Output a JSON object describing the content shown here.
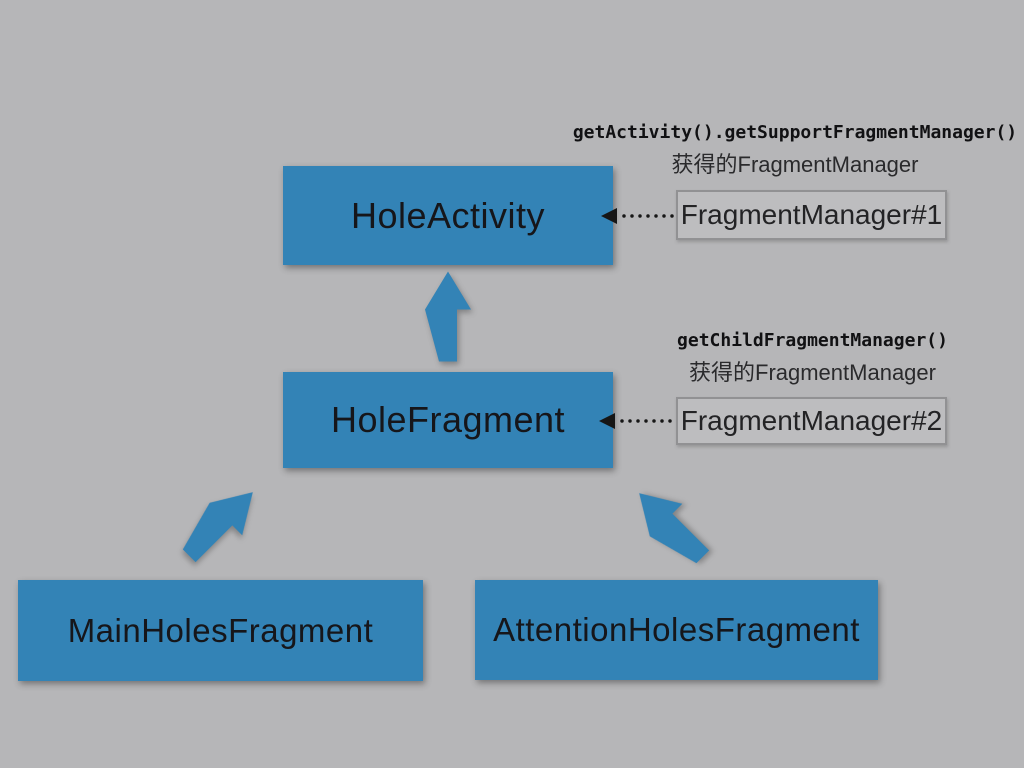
{
  "colors": {
    "background": "#b6b6b8",
    "node_fill": "#3383b6",
    "node_text": "#16161a",
    "manager_box_fill": "#bdbdbf",
    "manager_box_border": "#919193",
    "annotation_text": "#1d1d1f",
    "connector": "#161616"
  },
  "diagram": {
    "nodes": [
      {
        "id": "hole-activity",
        "label": "HoleActivity"
      },
      {
        "id": "hole-fragment",
        "label": "HoleFragment"
      },
      {
        "id": "main-holes-fragment",
        "label": "MainHolesFragment"
      },
      {
        "id": "attention-holes-fragment",
        "label": "AttentionHolesFragment"
      }
    ],
    "managers": [
      {
        "id": "fragment-manager-1",
        "label": "FragmentManager#1",
        "caption_code": "getActivity().getSupportFragmentManager()",
        "caption_text": "获得的FragmentManager",
        "points_to": "HoleActivity"
      },
      {
        "id": "fragment-manager-2",
        "label": "FragmentManager#2",
        "caption_code": "getChildFragmentManager()",
        "caption_text": "获得的FragmentManager",
        "points_to": "HoleFragment"
      }
    ],
    "arrows": [
      {
        "from": "HoleFragment",
        "to": "HoleActivity",
        "direction": "up"
      },
      {
        "from": "MainHolesFragment",
        "to": "HoleFragment",
        "direction": "up-right"
      },
      {
        "from": "AttentionHolesFragment",
        "to": "HoleFragment",
        "direction": "up-left"
      }
    ]
  }
}
